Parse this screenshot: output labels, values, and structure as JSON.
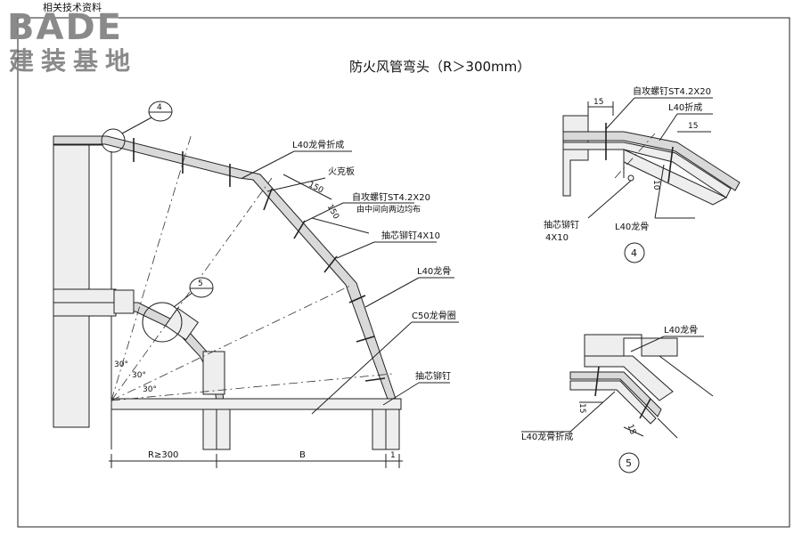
{
  "logo": {
    "subtitle": "相关技术资料",
    "brand": "BADE",
    "tagline": "建装基地",
    "color": "#8a8a8a"
  },
  "title": "防火风管弯头（R＞300mm）",
  "main_labels": {
    "l40_fold": "L40龙骨折成",
    "firewall_board": "火克板",
    "dim_150_a": "150",
    "dim_150_b": "150",
    "screw": "自攻螺钉ST4.2X20",
    "screw_note": "由中间向两边均布",
    "rivet_4x10": "抽芯铆钉4X10",
    "l40_keel": "L40龙骨",
    "c50_ring": "C50龙骨圈",
    "rivet": "抽芯铆钉",
    "angle_1": "30°",
    "angle_2": "30°",
    "angle_3": "30°",
    "dim_r": "R≥300",
    "dim_b": "B",
    "dim_small": "1"
  },
  "callouts": {
    "c4": "4",
    "c5": "5"
  },
  "detail4": {
    "number": "4",
    "dim_15_top": "15",
    "screw": "自攻螺钉ST4.2X20",
    "l40_fold": "L40折成",
    "dim_15_right": "15",
    "dim_10": "10",
    "rivet": "抽芯铆钉",
    "rivet_size": "4X10",
    "l40_keel": "L40龙骨"
  },
  "detail5": {
    "number": "5",
    "l40_keel": "L40龙骨",
    "dim_15_a": "15",
    "dim_15_b": "15",
    "l40_fold": "L40龙骨折成"
  }
}
